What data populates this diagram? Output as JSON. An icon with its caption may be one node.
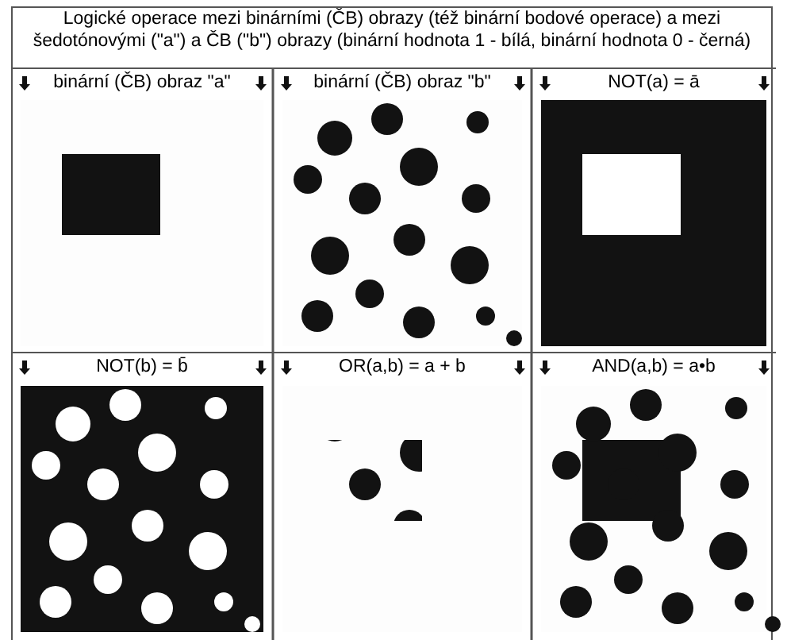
{
  "diagram": {
    "title": "Logické operace mezi binárními (ČB) obrazy (též binární bodové operace) a mezi šedotónovými (\"a\") a ČB (\"b\") obrazy (binární hodnota 1 - bílá, binární hodnota 0 - černá)",
    "labels": [
      "binární (ČB) obraz \"a\"",
      "binární (ČB) obraz \"b\"",
      "NOT(a) = ā",
      "NOT(b) = b̄",
      "OR(a,b) = a + b",
      "AND(a,b) = a•b"
    ]
  }
}
